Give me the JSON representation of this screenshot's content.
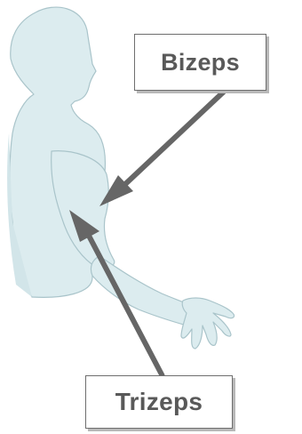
{
  "labels": {
    "bizeps": "Bizeps",
    "trizeps": "Trizeps"
  },
  "colors": {
    "body_fill": "#dcecef",
    "body_outline": "#a9c4ca",
    "arrow": "#666666",
    "label_text": "#595959",
    "box_border": "#6e6e6e"
  },
  "icons": {
    "figure": "human-silhouette-arm-extended"
  }
}
